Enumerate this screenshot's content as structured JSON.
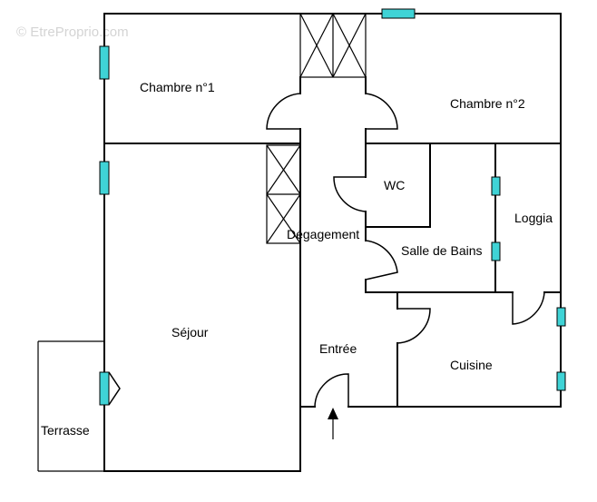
{
  "watermark": "© EtreProprio.com",
  "window_color": "#3fd3d6",
  "rooms": {
    "chambre1": "Chambre n°1",
    "chambre2": "Chambre n°2",
    "wc": "WC",
    "loggia": "Loggia",
    "degagement": "Dégagement",
    "salle_de_bains": "Salle de Bains",
    "sejour": "Séjour",
    "entree": "Entrée",
    "cuisine": "Cuisine",
    "terrasse": "Terrasse"
  }
}
